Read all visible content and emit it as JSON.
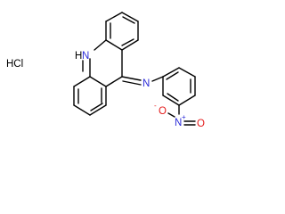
{
  "molecule": {
    "salt_label": "HCl",
    "ring_nh_label": "H",
    "ring_n_label": "N",
    "imine_n_label": "N",
    "nitro_n_label": "N",
    "nitro_n_charge": "+",
    "nitro_o_top_label": "O",
    "nitro_o_top_charge": "-",
    "nitro_o_right_label": "O"
  },
  "colors": {
    "carbon_bonds": "#000000",
    "nitrogen": "#2b2bd8",
    "oxygen": "#e41a1a",
    "text": "#000000"
  }
}
